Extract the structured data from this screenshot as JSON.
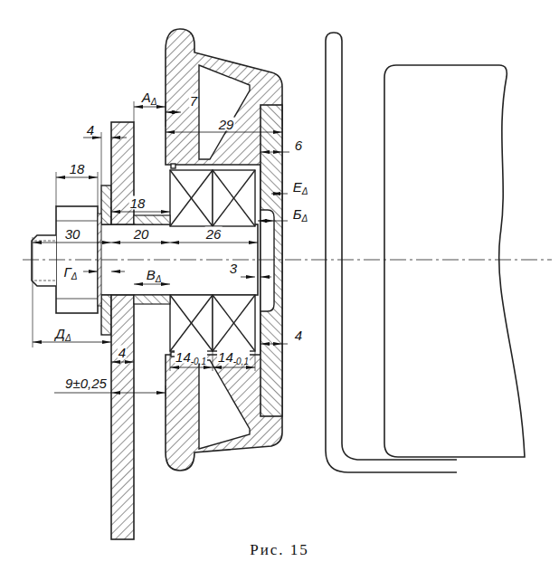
{
  "diagram": {
    "caption": "Рис. 15",
    "labels": [
      "4",
      "АΔ",
      "7",
      "29",
      "6",
      "18",
      "ЕΔ",
      "18",
      "БΔ",
      "30",
      "20",
      "26",
      "ГΔ",
      "ВΔ",
      "3",
      "ДΔ",
      "4",
      "14-0,1",
      "14-0,1",
      "4",
      "9±0,25"
    ]
  }
}
